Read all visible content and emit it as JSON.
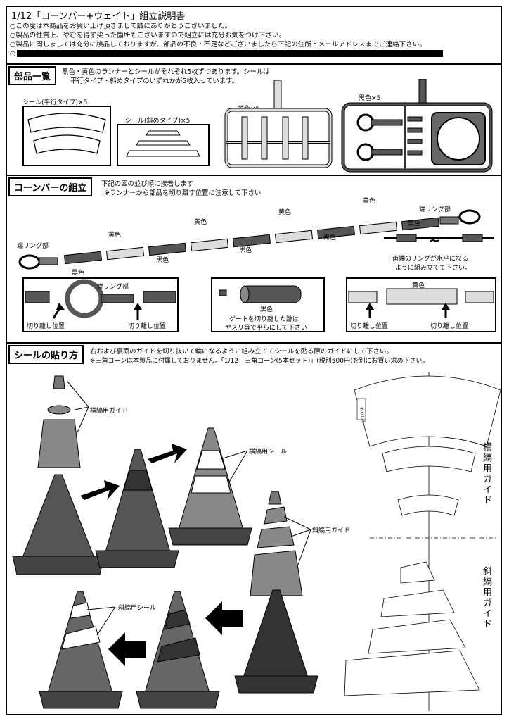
{
  "header": {
    "title": "1/12「コーンバー+ウェイト」組立説明書",
    "lines": [
      "○この度は本商品をお買い上げ頂きまして誠にありがとうございました。",
      "○製品の性質上、やむを得ず尖った箇所もございますので組立には充分お気をつけ下さい。",
      "○製品に関しましては充分に検品しておりますが、部品の不良・不足などございましたら下記の住所・メールアドレスまでご連絡下さい。",
      "○"
    ]
  },
  "parts": {
    "heading": "部品一覧",
    "description": [
      "黒色・黄色のランナーとシールがそれぞれ5枚ずつあります。シールは",
      "平行タイプ・斜めタイプのいずれかが5枚入っています。"
    ],
    "seal_parallel": "シール(平行タイプ)×5",
    "seal_diagonal": "シール(斜めタイプ)×5",
    "yellow_runner": "黄色×5",
    "black_runner": "黒色×5"
  },
  "assembly": {
    "heading": "コーンバーの組立",
    "instructions": [
      "下記の図の並び順に接着します",
      "※ランナーから部品を切り離す位置に注意して下さい"
    ],
    "end_ring": "端リング部",
    "black": "黒色",
    "yellow": "黄色",
    "ring_note": [
      "両端のリングが水平になる",
      "ように組み立てて下さい。"
    ],
    "cut_position": "切り離し位置",
    "gate_note": [
      "ゲートを切り離した跡は",
      "ヤスリ等で平らにして下さい"
    ]
  },
  "seal": {
    "heading": "シールの貼り方",
    "instructions": [
      "右および裏面のガイドを切り抜いて輪になるように組み立ててシールを貼る際のガイドにして下さい。",
      "※三角コーンは本製品に付属しておりません。「1/12　三角コーン(5本セット)」(税別500円)を別にお買い求め下さい。"
    ],
    "horizontal_guide": "横縞用ガイド",
    "horizontal_seal": "横縞用シール",
    "diagonal_guide": "斜縞用ガイド",
    "diagonal_seal": "斜縞用シール",
    "guide_tab": "のりしろ",
    "vertical_horizontal": "横縞用ガイド",
    "vertical_diagonal": "斜縞用ガイド"
  }
}
